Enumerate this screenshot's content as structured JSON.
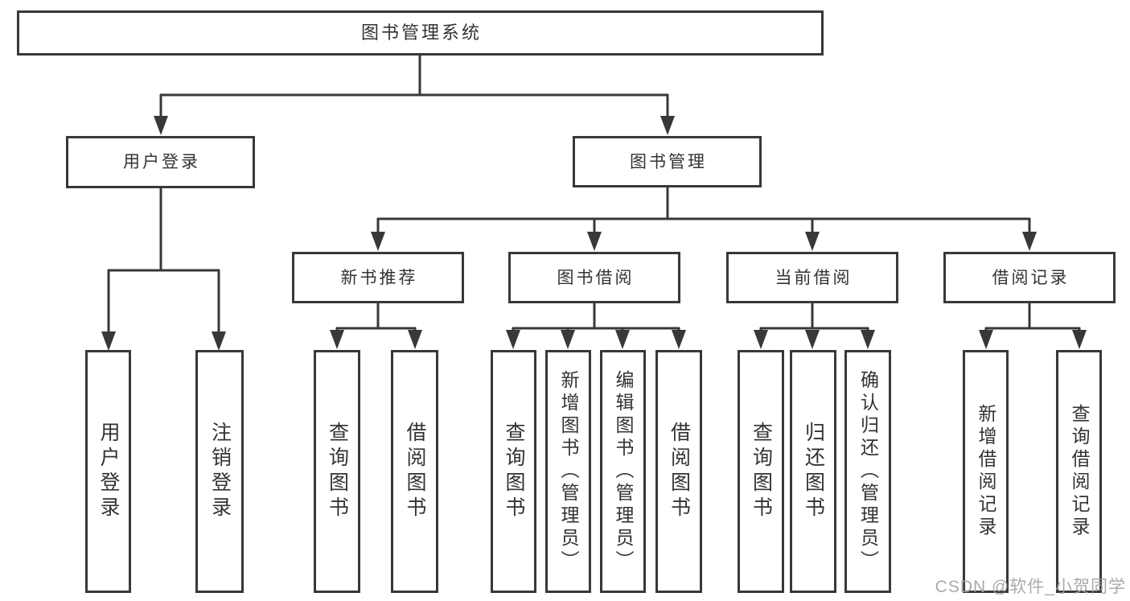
{
  "tree": {
    "root": "图书管理系统",
    "branches": [
      {
        "label": "用户登录",
        "children": [
          "用户登录",
          "注销登录"
        ]
      },
      {
        "label": "图书管理",
        "children": [
          {
            "label": "新书推荐",
            "children": [
              "查询图书",
              "借阅图书"
            ]
          },
          {
            "label": "图书借阅",
            "children": [
              "查询图书",
              "新增图书（管理员）",
              "编辑图书（管理员）",
              "借阅图书"
            ]
          },
          {
            "label": "当前借阅",
            "children": [
              "查询图书",
              "归还图书",
              "确认归还（管理员）"
            ]
          },
          {
            "label": "借阅记录",
            "children": [
              "新增借阅记录",
              "查询借阅记录"
            ]
          }
        ]
      }
    ]
  },
  "watermark": "CSDN @软件_小贺同学",
  "colors": {
    "line": "#383838",
    "text": "#333333",
    "watermark": "#a3a3a3",
    "background": "#ffffff"
  }
}
